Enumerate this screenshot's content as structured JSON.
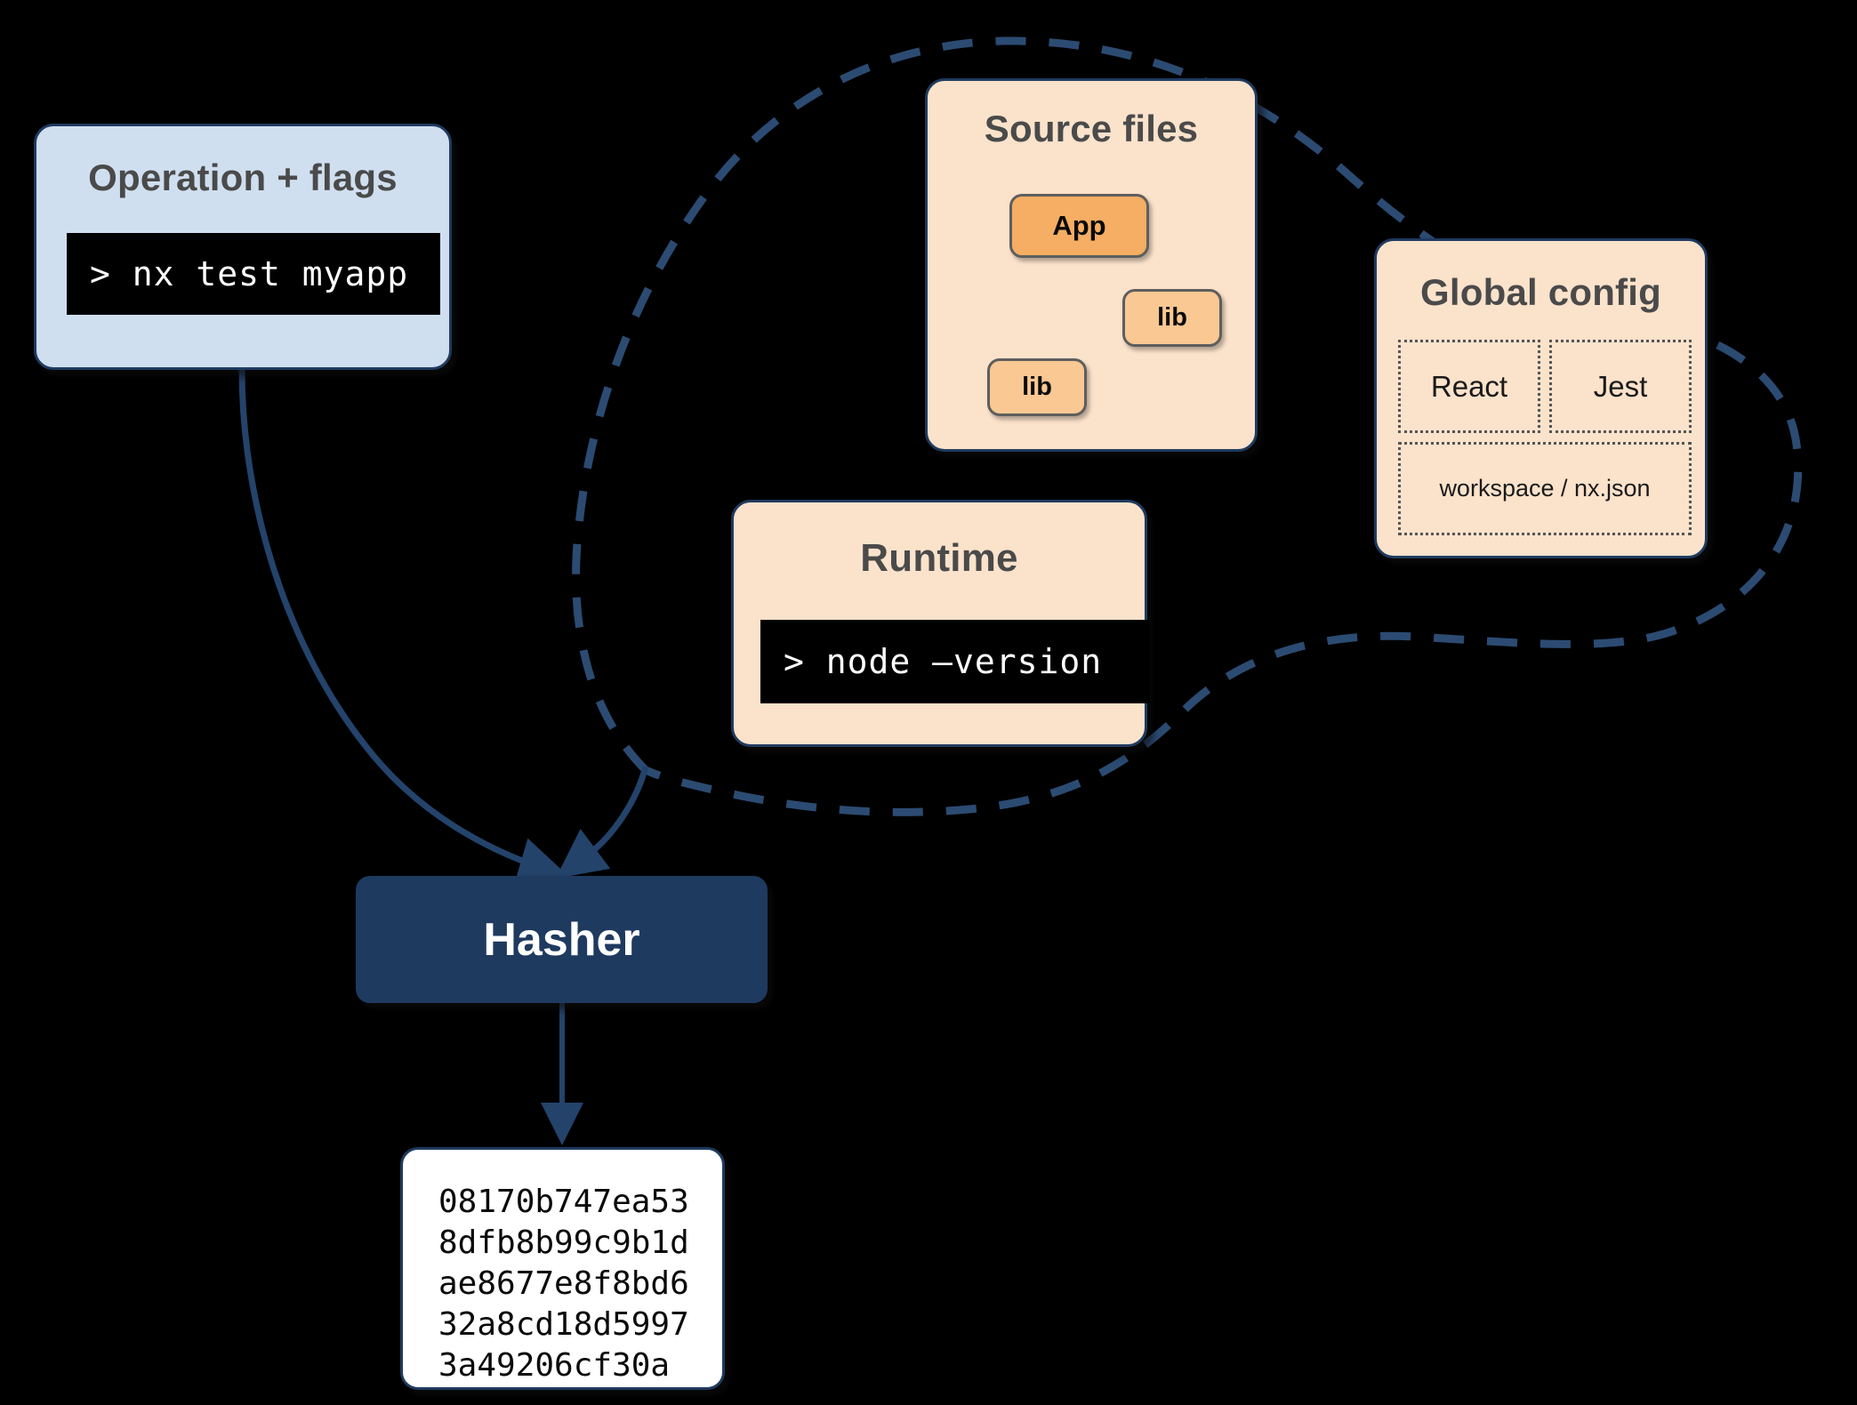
{
  "diagram": {
    "title": "Nx Hasher inputs diagram",
    "colors": {
      "background": "#000000",
      "operation_card": "#cfdff0",
      "input_card": "#fbe2cb",
      "app_node": "#f5ae63",
      "lib_node": "#f9c893",
      "hasher": "#1f3a5f",
      "stroke": "#1f3a5f",
      "terminal_bg": "#000000",
      "terminal_fg": "#ffffff",
      "hash_card": "#ffffff"
    }
  },
  "operation": {
    "title": "Operation + flags",
    "command": "> nx test myapp"
  },
  "source_files": {
    "title": "Source files",
    "nodes": [
      {
        "id": "app",
        "label": "App"
      },
      {
        "id": "lib_right",
        "label": "lib"
      },
      {
        "id": "lib_left",
        "label": "lib"
      }
    ],
    "edges": [
      {
        "from": "App",
        "to": "lib"
      },
      {
        "from": "App",
        "to": "lib"
      }
    ]
  },
  "global_config": {
    "title": "Global config",
    "cells": [
      {
        "label": "React"
      },
      {
        "label": "Jest"
      },
      {
        "label": "workspace / nx.json"
      }
    ]
  },
  "runtime": {
    "title": "Runtime",
    "command": "> node –version"
  },
  "hasher": {
    "label": "Hasher"
  },
  "hash_output": {
    "lines": [
      "08170b747ea53",
      "8dfb8b99c9b1d",
      "ae8677e8f8bd6",
      "32a8cd18d5997",
      "3a49206cf30a"
    ],
    "value": "08170b747ea538dfb8b99c9b1dae8677e8f8bd632a8cd18d59973a49206cf30a"
  }
}
